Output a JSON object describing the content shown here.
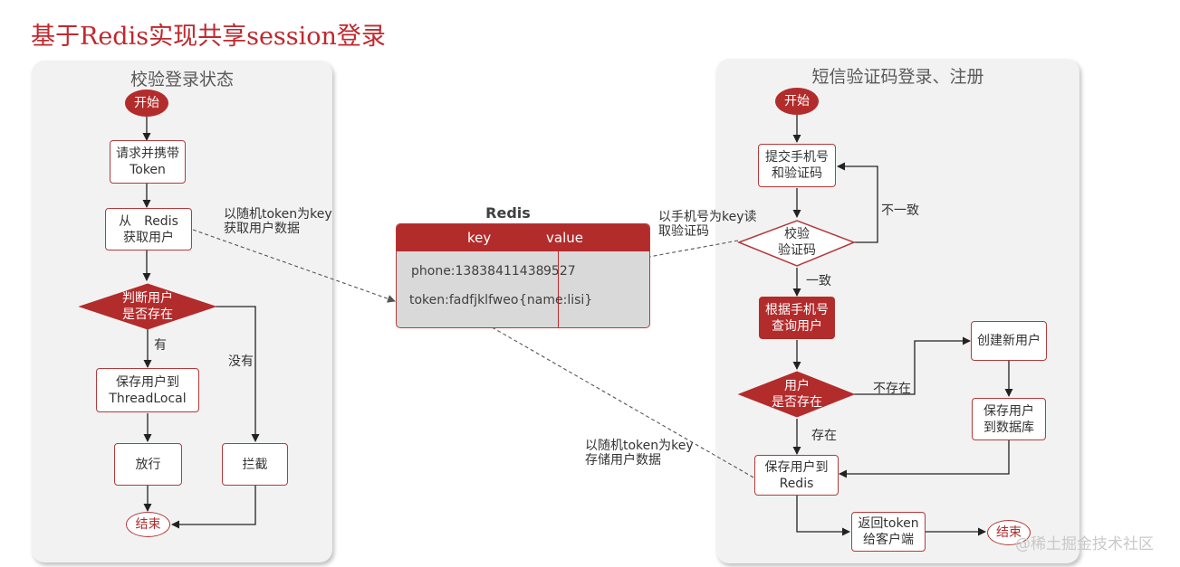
{
  "title": "基于Redis实现共享session登录",
  "left_panel": {
    "title": "校验登录状态",
    "start": "开始",
    "request": "请求并携带\nToken",
    "get_user": "从　Redis\n获取用户",
    "decision": "判断用户\n是否存在",
    "save_user": "保存用户到\nThreadLocal",
    "pass": "放行",
    "intercept": "拦截",
    "end": "结束",
    "edge_yes": "有",
    "edge_no": "没有"
  },
  "right_panel": {
    "title": "短信验证码登录、注册",
    "start": "开始",
    "submit": "提交手机号\n和验证码",
    "verify": "校验\n验证码",
    "query_user": "根据手机号\n查询用户",
    "decision": "用户\n是否存在",
    "create_user": "创建新用户",
    "save_db": "保存用户\n到数据库",
    "save_redis": "保存用户到\nRedis",
    "return_token": "返回token\n给客户端",
    "end": "结束",
    "edge_mismatch": "不一致",
    "edge_match": "一致",
    "edge_not_exist": "不存在",
    "edge_exist": "存在"
  },
  "redis": {
    "caption": "Redis",
    "col_key": "key",
    "col_value": "value",
    "row1_key": "phone:13838411438",
    "row1_value": "9527",
    "row2_key": "token:fadfjklfweo",
    "row2_value": "{name:lisi}"
  },
  "annotations": {
    "get_by_token": "以随机token为key\n获取用户数据",
    "read_code": "以手机号为key读\n取验证码",
    "store_by_token": "以随机token为key\n存储用户数据"
  },
  "watermark": "@稀土掘金技术社区",
  "colors": {
    "accent": "#b32c2c",
    "panel": "#f2f2f2",
    "redis_body": "#d9d9d9"
  }
}
